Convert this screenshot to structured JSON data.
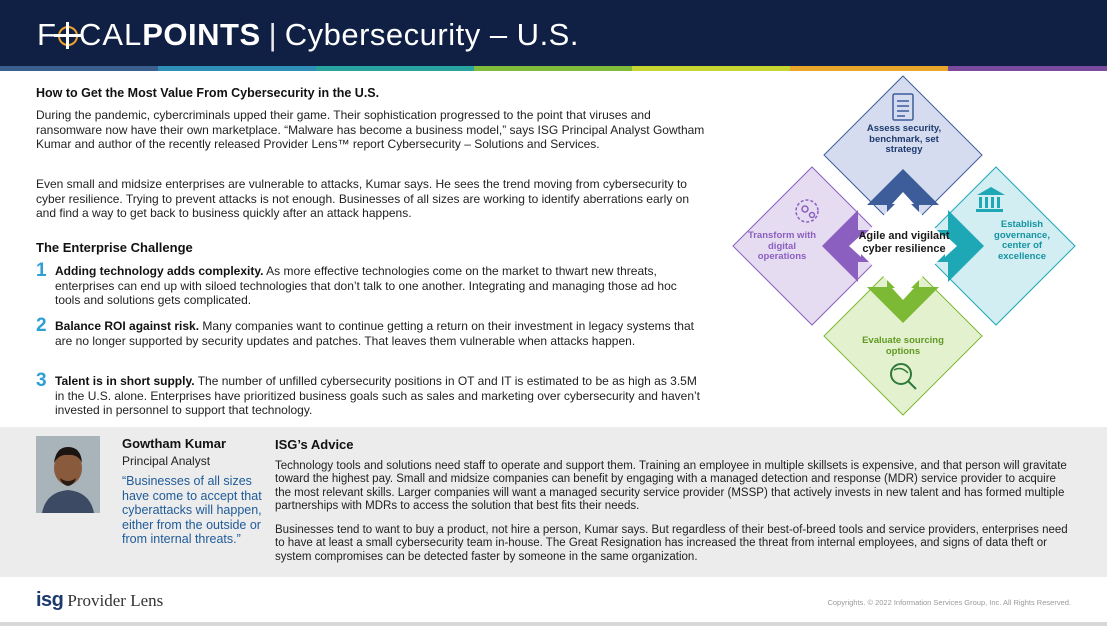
{
  "header": {
    "brand_focal": "F",
    "brand_focal_rest": "CAL",
    "brand_points": "POINTS",
    "separator": "|",
    "title": "Cybersecurity – U.S.",
    "stripe_colors": [
      "#3b5f8f",
      "#2f8fb8",
      "#28a3a0",
      "#7fbc3a",
      "#c7d530",
      "#e8a72a",
      "#7a4a9d"
    ]
  },
  "article": {
    "title": "How to Get the Most Value From Cybersecurity in the U.S.",
    "p1": "During the pandemic, cybercriminals upped their game. Their sophistication progressed to the point that viruses and ransomware now have their own marketplace. “Malware has become a business model,” says ISG Principal Analyst Gowtham Kumar and author of the recently released Provider Lens™ report Cybersecurity – Solutions and Services.",
    "p2": "Even small and midsize enterprises are vulnerable to attacks, Kumar says. He sees the trend moving from cybersecurity to cyber resilience. Trying to prevent attacks is not enough. Businesses of all sizes are working to identify aberrations early on and find a way to get back to business quickly after an attack happens."
  },
  "challenge": {
    "heading": "The Enterprise Challenge",
    "items": [
      {
        "num": "1",
        "lead": "Adding technology adds complexity.",
        "text": " As more effective technologies come on the market to thwart new threats, enterprises can end up with siloed technologies that don’t talk to one another. Integrating and managing those ad hoc tools and solutions gets complicated."
      },
      {
        "num": "2",
        "lead": "Balance ROI against risk.",
        "text": " Many companies want to continue getting a return on their investment in legacy systems that are no longer supported by security updates and patches. That leaves them vulnerable when attacks happen."
      },
      {
        "num": "3",
        "lead": "Talent is in short supply.",
        "text": " The number of unfilled cybersecurity positions in OT and IT is estimated to be as high as 3.5M in the U.S. alone. Enterprises have prioritized business goals such as sales and marketing over cybersecurity and haven’t invested in personnel to support that technology."
      }
    ]
  },
  "analyst": {
    "name": "Gowtham Kumar",
    "role": "Principal Analyst",
    "quote": "“Businesses of all sizes have come to accept that cyberattacks will happen, either from the outside or from internal threats.”"
  },
  "advice": {
    "title": "ISG’s Advice",
    "p1": "Technology tools and solutions need staff to operate and support them. Training an employee in multiple skillsets is expensive, and that person will gravitate toward the highest pay. Small and midsize companies can benefit by engaging with a managed detection and response (MDR) service provider to acquire the most relevant skills. Larger companies will want a managed security service provider (MSSP) that actively invests in new talent and has formed multiple partnerships with MDRs to access the solution that best fits their needs.",
    "p2": "Businesses tend to want to buy a product, not hire a person, Kumar says. But regardless of their best-of-breed tools and service providers, enterprises need to have at least a small cybersecurity team in-house. The Great Resignation has increased the threat from internal employees, and signs of data theft or system compromises can be detected faster by someone in the same organization."
  },
  "diagram": {
    "center": "Agile and vigilant cyber resilience",
    "top": {
      "label": "Assess security, benchmark, set strategy",
      "color": "#3d5d9a",
      "icon": "document-checklist-icon"
    },
    "right": {
      "label": "Establish governance, center of excellence",
      "color": "#1ea7b5",
      "icon": "institution-icon"
    },
    "bottom": {
      "label": "Evaluate sourcing options",
      "color": "#7cb934",
      "icon": "magnifier-globe-icon"
    },
    "left": {
      "label": "Transform with digital operations",
      "color": "#8b5fbf",
      "icon": "gears-icon"
    }
  },
  "footer": {
    "isg_mark": "isg",
    "isg_text": "Provider Lens",
    "copyright": "Copyrights. © 2022 Information Services Group, Inc. All Rights Reserved."
  }
}
